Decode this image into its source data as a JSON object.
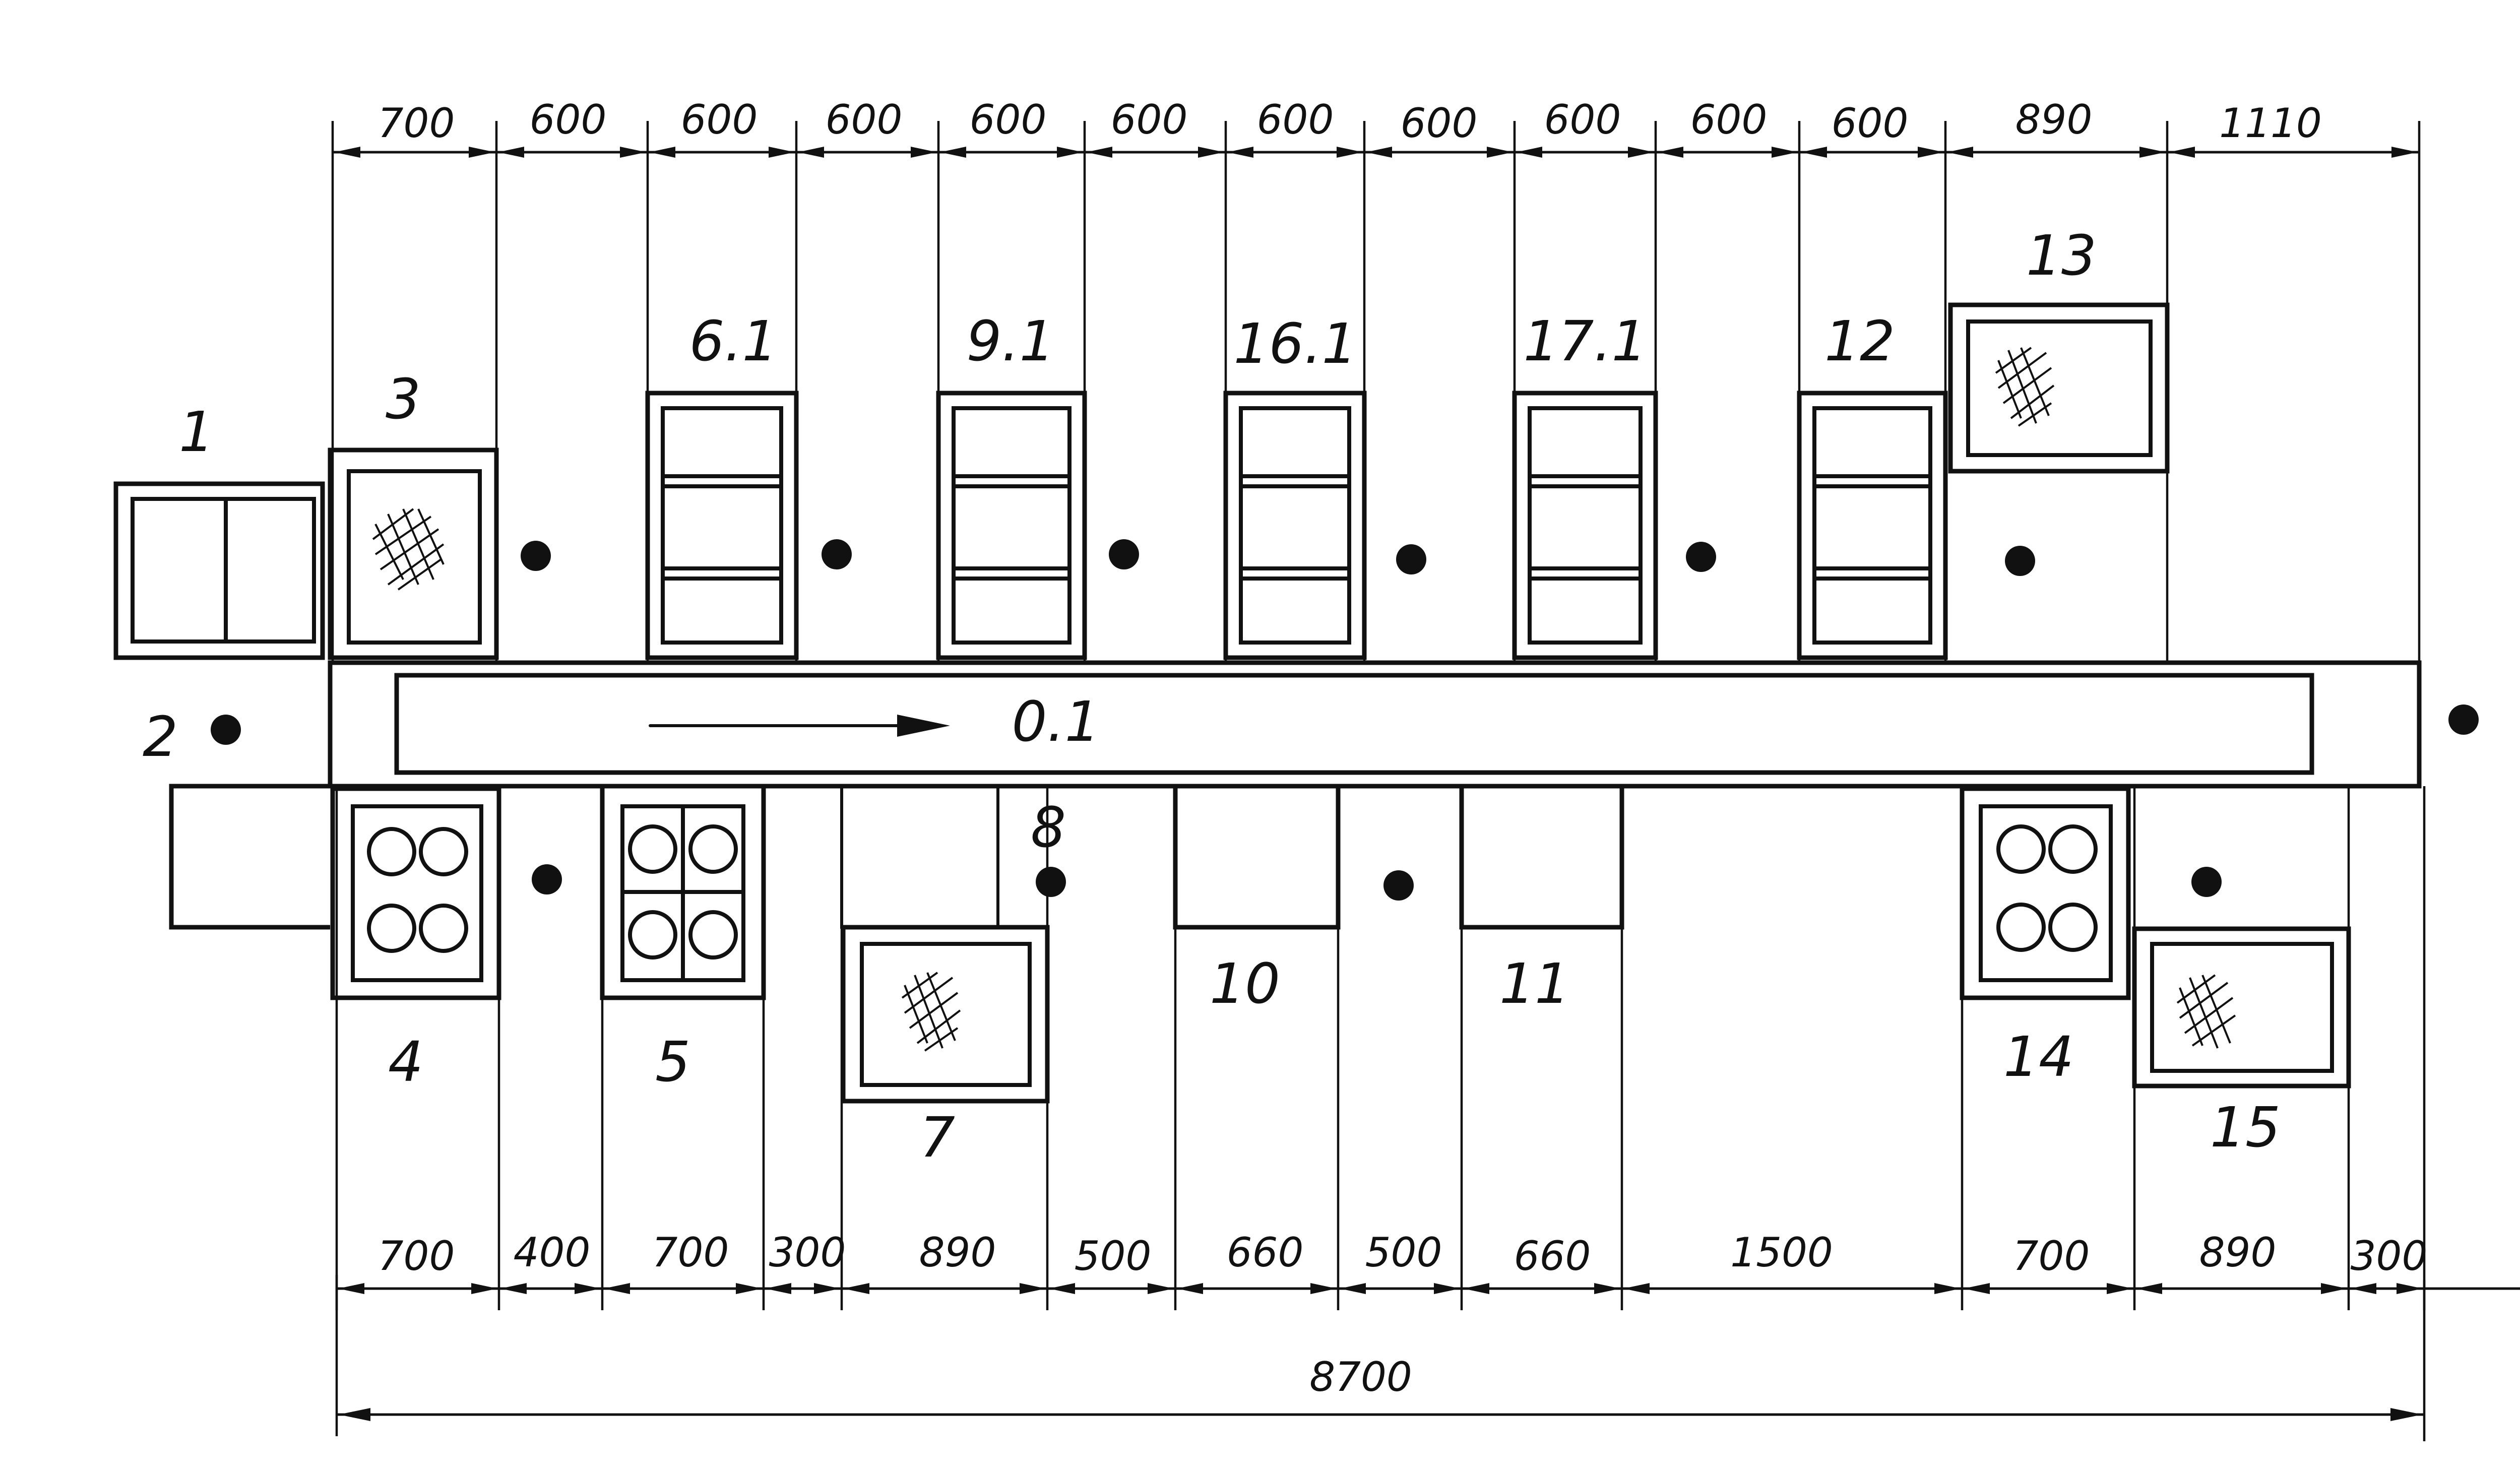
{
  "top_dimensions": [
    "700",
    "600",
    "600",
    "600",
    "600",
    "600",
    "600",
    "600",
    "600",
    "600",
    "600",
    "890",
    "1110"
  ],
  "bottom_dimensions": [
    "700",
    "400",
    "700",
    "300",
    "890",
    "500",
    "660",
    "500",
    "660",
    "1500",
    "700",
    "890",
    "300"
  ],
  "overall_dimension": "8700",
  "labels": {
    "l1": "1",
    "l2": "2",
    "l3": "3",
    "l4": "4",
    "l5": "5",
    "l61": "6.1",
    "l7": "7",
    "l8": "8",
    "l91": "9.1",
    "l10": "10",
    "l11": "11",
    "l12": "12",
    "l13": "13",
    "l14": "14",
    "l15": "15",
    "l161": "16.1",
    "l171": "17.1",
    "l01": "0.1"
  }
}
